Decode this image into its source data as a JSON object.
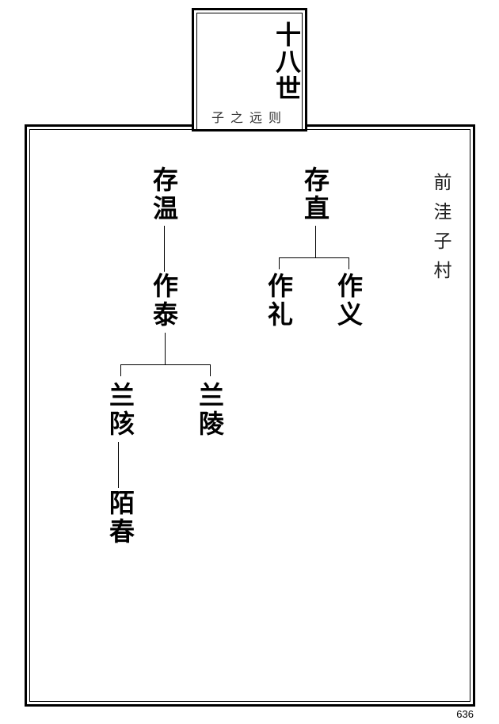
{
  "header": {
    "generation": "十八世",
    "subtitle": "子之远则"
  },
  "village": "前洼子村",
  "tree": {
    "cunzhi": "存直",
    "zuoli": "作礼",
    "zuoyi": "作义",
    "cunwen": "存温",
    "zuotai": "作泰",
    "langai": "兰陔",
    "lanling": "兰陵",
    "mochun": "陌春"
  },
  "page_number": "636"
}
